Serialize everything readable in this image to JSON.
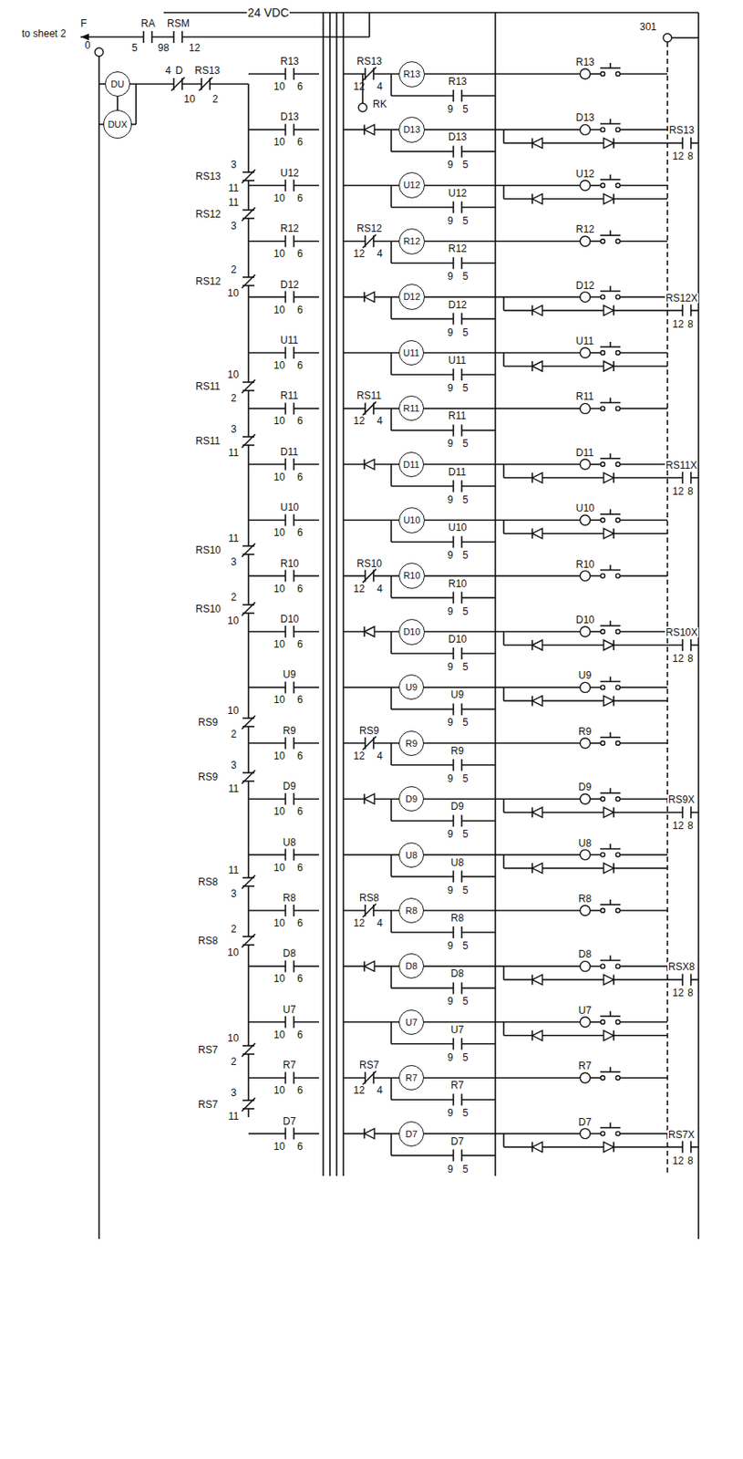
{
  "diagram": {
    "nodes": [
      {
        "text": [
          "DU"
        ]
      },
      {
        "text": [
          "DUX"
        ]
      },
      {
        "text": [
          "R13"
        ]
      },
      {
        "text": [
          "D13"
        ]
      },
      {
        "text": [
          "U12"
        ]
      },
      {
        "text": [
          "R12"
        ]
      },
      {
        "text": [
          "D12"
        ]
      },
      {
        "text": [
          "U11"
        ]
      },
      {
        "text": [
          "R11"
        ]
      },
      {
        "text": [
          "D11"
        ]
      },
      {
        "text": [
          "U10"
        ]
      },
      {
        "text": [
          "R10"
        ]
      },
      {
        "text": [
          "D10"
        ]
      },
      {
        "text": [
          "U9"
        ]
      },
      {
        "text": [
          "R9"
        ]
      },
      {
        "text": [
          "D9"
        ]
      },
      {
        "text": [
          "U8"
        ]
      },
      {
        "text": [
          "R8"
        ]
      },
      {
        "text": [
          "D8"
        ]
      },
      {
        "text": [
          "U7"
        ]
      },
      {
        "text": [
          "R7"
        ]
      },
      {
        "text": [
          "D7"
        ]
      }
    ],
    "edges": [
      {
        "from": 0,
        "to": 1,
        "arrow": "none"
      }
    ],
    "labels": [
      "F",
      "to sheet 2",
      "0",
      "24 VDC",
      "RA",
      "RSM",
      "5",
      "98",
      "12",
      "301",
      "4",
      "D",
      "RS13",
      "10",
      "2",
      "RS13",
      "3",
      "11",
      "RS12",
      "11",
      "3",
      "RS12",
      "2",
      "10",
      "RS11",
      "10",
      "2",
      "RS11",
      "3",
      "11",
      "RS10",
      "11",
      "3",
      "RS10",
      "2",
      "10",
      "RS9",
      "10",
      "2",
      "RS9",
      "3",
      "11",
      "RS8",
      "11",
      "3",
      "RS8",
      "2",
      "10",
      "RS7",
      "10",
      "2",
      "RS7",
      "3",
      "11",
      "R13",
      "10",
      "6",
      "D13",
      "10",
      "6",
      "U12",
      "10",
      "6",
      "R12",
      "10",
      "6",
      "D12",
      "10",
      "6",
      "U11",
      "10",
      "6",
      "R11",
      "10",
      "6",
      "D11",
      "10",
      "6",
      "U10",
      "10",
      "6",
      "R10",
      "10",
      "6",
      "D10",
      "10",
      "6",
      "U9",
      "10",
      "6",
      "R9",
      "10",
      "6",
      "D9",
      "10",
      "6",
      "U8",
      "10",
      "6",
      "R8",
      "10",
      "6",
      "D8",
      "10",
      "6",
      "U7",
      "10",
      "6",
      "R7",
      "10",
      "6",
      "D7",
      "10",
      "6",
      "RS13",
      "12",
      "4",
      "RK",
      "RS12",
      "12",
      "4",
      "RS11",
      "12",
      "4",
      "RS10",
      "12",
      "4",
      "RS9",
      "12",
      "4",
      "RS8",
      "12",
      "4",
      "RS7",
      "12",
      "4",
      "R13",
      "9",
      "5",
      "D13",
      "9",
      "5",
      "U12",
      "9",
      "5",
      "R12",
      "9",
      "5",
      "D12",
      "9",
      "5",
      "U11",
      "9",
      "5",
      "R11",
      "9",
      "5",
      "D11",
      "9",
      "5",
      "U10",
      "9",
      "5",
      "R10",
      "9",
      "5",
      "D10",
      "9",
      "5",
      "U9",
      "9",
      "5",
      "R9",
      "9",
      "5",
      "D9",
      "9",
      "5",
      "U8",
      "9",
      "5",
      "R8",
      "9",
      "5",
      "D8",
      "9",
      "5",
      "U7",
      "9",
      "5",
      "R7",
      "9",
      "5",
      "D7",
      "9",
      "5",
      "R13",
      "D13",
      "U12",
      "R12",
      "D12",
      "U11",
      "R11",
      "D11",
      "U10",
      "R10",
      "D10",
      "U9",
      "R9",
      "D9",
      "U8",
      "R8",
      "D8",
      "U7",
      "R7",
      "D7",
      "RS13",
      "12",
      "8",
      "RS12X",
      "12",
      "8",
      "RS11X",
      "12",
      "8",
      "RS10X",
      "12",
      "8",
      "RS9X",
      "12",
      "8",
      "RSX8",
      "12",
      "8",
      "RS7X",
      "12",
      "8"
    ]
  }
}
